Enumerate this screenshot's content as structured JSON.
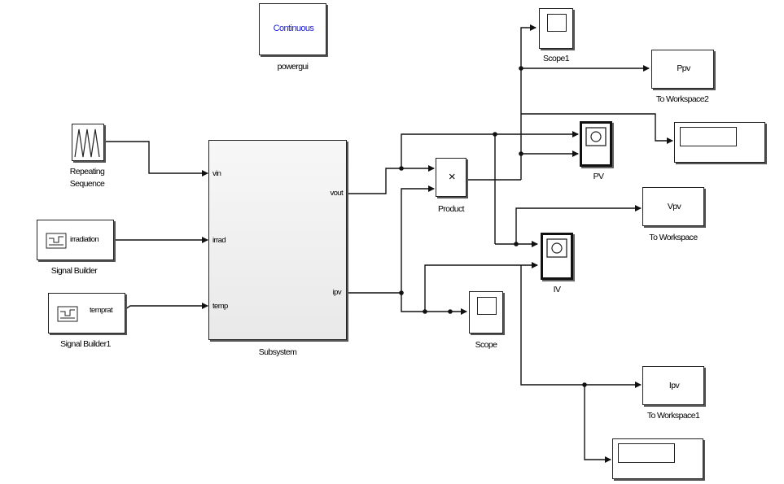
{
  "powergui": {
    "mode": "Continuous",
    "name": "powergui",
    "mode_color": "#1b1bd6"
  },
  "sources": {
    "repeating_sequence": "Repeating Sequence",
    "signal_builder": {
      "name": "Signal Builder",
      "signal": "irradiation"
    },
    "signal_builder1": {
      "name": "Signal Builder1",
      "signal": "temprat"
    }
  },
  "subsystem": {
    "name": "Subsystem",
    "inports": [
      "vin",
      "irrad",
      "temp"
    ],
    "outports": [
      "vout",
      "ipv"
    ]
  },
  "product": {
    "name": "Product",
    "symbol": "×"
  },
  "scopes": {
    "scope": "Scope",
    "scope1": "Scope1",
    "pv": "PV",
    "iv": "IV"
  },
  "workspace": {
    "ppv": {
      "var": "Ppv",
      "name": "To Workspace2"
    },
    "vpv": {
      "var": "Vpv",
      "name": "To Workspace"
    },
    "ipv": {
      "var": "Ipv",
      "name": "To Workspace1"
    }
  },
  "colors": {
    "line": "#111111",
    "block_border": "#222222",
    "shadow": "#555555",
    "subsystem_fill": "#f2f2f2"
  }
}
